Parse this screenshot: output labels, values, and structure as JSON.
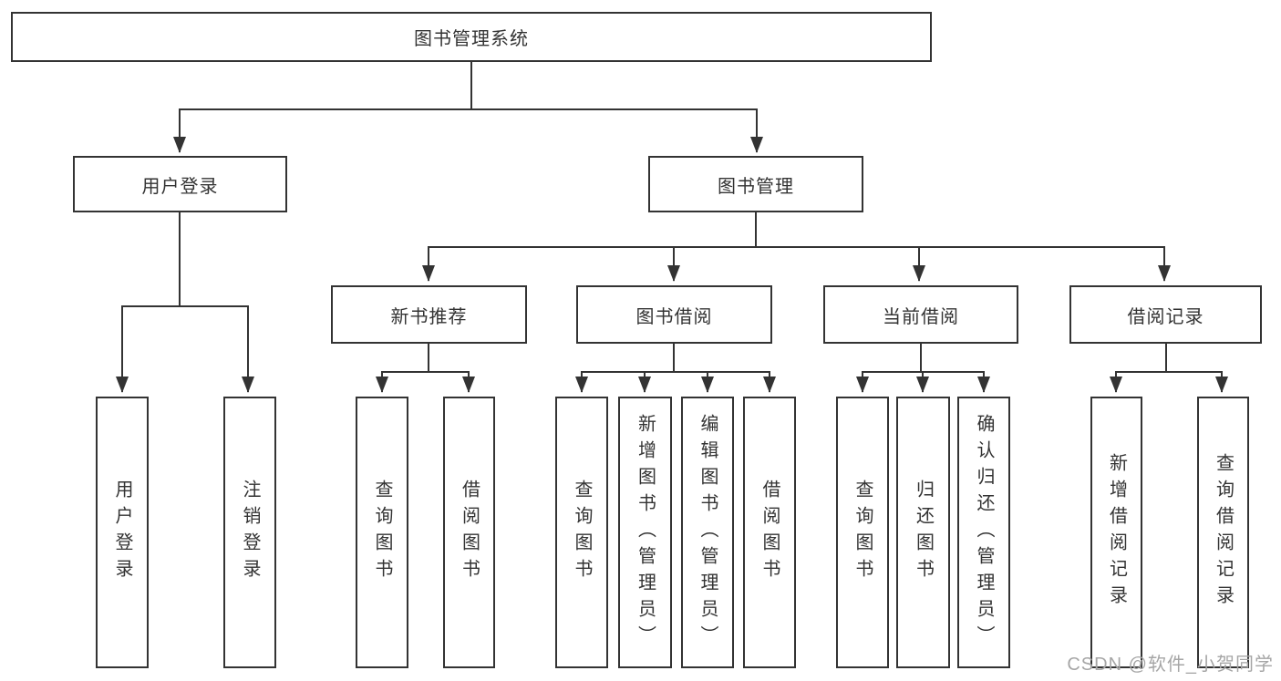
{
  "diagram": {
    "root": "图书管理系统",
    "user_login": {
      "label": "用户登录",
      "children": [
        "用户登录",
        "注销登录"
      ]
    },
    "book_mgmt": {
      "label": "图书管理",
      "sections": [
        {
          "label": "新书推荐",
          "children": [
            "查询图书",
            "借阅图书"
          ]
        },
        {
          "label": "图书借阅",
          "children": [
            "查询图书",
            "新增图书（管理员）",
            "编辑图书（管理员）",
            "借阅图书"
          ]
        },
        {
          "label": "当前借阅",
          "children": [
            "查询图书",
            "归还图书",
            "确认归还（管理员）"
          ]
        },
        {
          "label": "借阅记录",
          "children": [
            "新增借阅记录",
            "查询借阅记录"
          ]
        }
      ]
    }
  },
  "watermark": "CSDN @软件_小贺同学",
  "colors": {
    "line": "#333333",
    "box_border": "#333333",
    "text": "#333333",
    "background": "#ffffff",
    "watermark": "#a6a6a6"
  }
}
